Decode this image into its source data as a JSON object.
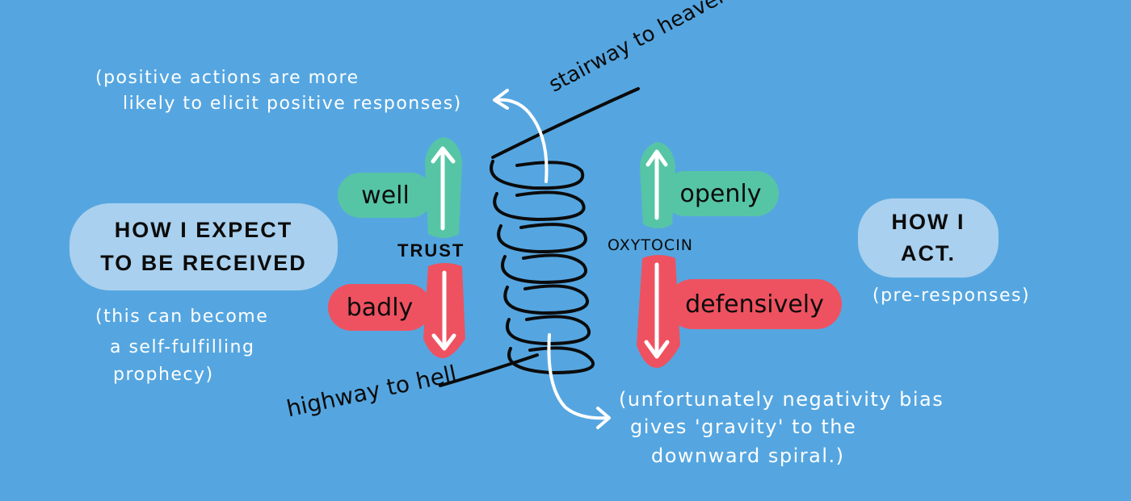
{
  "notes": {
    "top_note_line1": "(positive actions are more",
    "top_note_line2": "likely to elicit positive responses)",
    "left_note_line1": "(this can become",
    "left_note_line2": "a self-fulfilling",
    "left_note_line3": "prophecy)",
    "bottom_note_line1": "(unfortunately negativity bias",
    "bottom_note_line2": "gives 'gravity' to the",
    "bottom_note_line3": "downward spiral.)",
    "right_note": "(pre-responses)"
  },
  "labels": {
    "expect_line1": "HOW I EXPECT",
    "expect_line2": "TO BE RECEIVED",
    "act_line1": "HOW I",
    "act_line2": "ACT.",
    "trust": "TRUST",
    "oxytocin": "OXYTOCIN",
    "well": "well",
    "badly": "badly",
    "openly": "openly",
    "defensively": "defensively",
    "stairway": "stairway to heaven",
    "highway": "highway to hell"
  },
  "colors": {
    "background": "#55a6e0",
    "positive": "#56c5a5",
    "negative": "#ee5260",
    "label_bubble": "#a9d0ee"
  }
}
